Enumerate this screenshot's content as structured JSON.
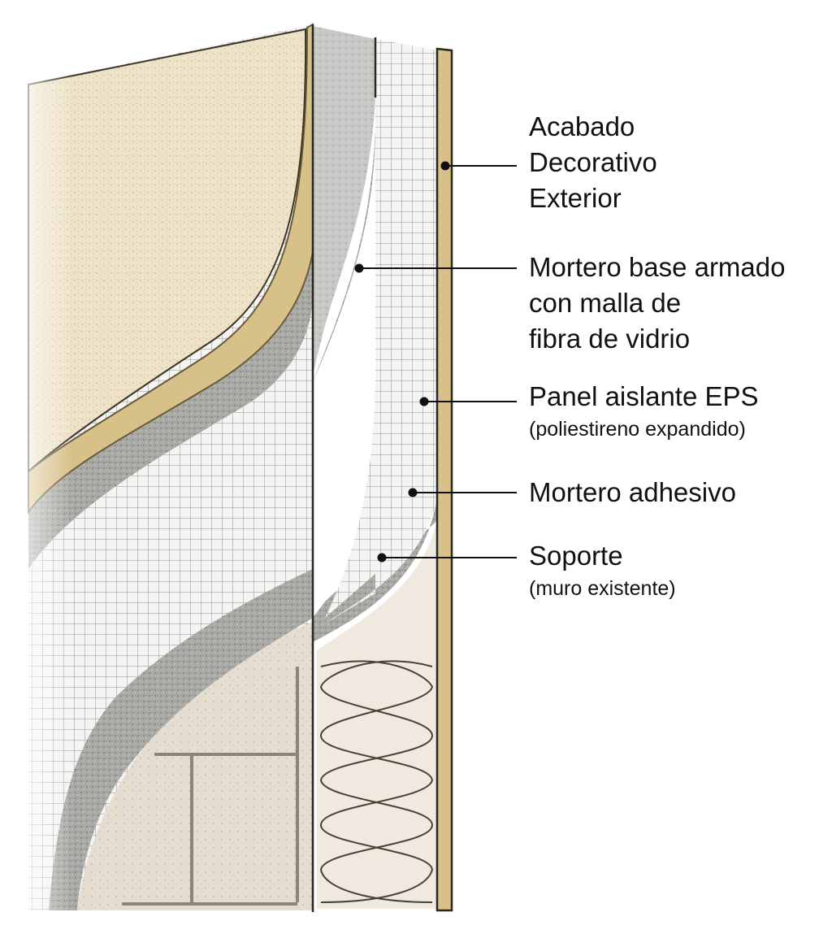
{
  "colors": {
    "finish": "#eee3c8",
    "finish_dark": "#cdb98c",
    "base_coat": "#a8a8a4",
    "mesh_bg": "#f4f5f3",
    "mesh_line": "#8c9096",
    "eps": "#f2f1ed",
    "adhesive": "#b6b6b0",
    "substrate": "#e5ddcf",
    "board": "#d8c089",
    "leader": "#111111"
  },
  "layers": [
    {
      "id": "finish",
      "lines": [
        "Acabado",
        "Decorativo",
        "Exterior"
      ],
      "size": "big"
    },
    {
      "id": "basecoat",
      "lines": [
        "Mortero base armado",
        "con malla de",
        "fibra de vidrio"
      ],
      "size": "big"
    },
    {
      "id": "eps",
      "lines": [
        "Panel aislante EPS"
      ],
      "sub": "(poliestireno expandido)",
      "size": "big"
    },
    {
      "id": "adhesive",
      "lines": [
        "Mortero adhesivo"
      ],
      "size": "big"
    },
    {
      "id": "support",
      "lines": [
        "Soporte"
      ],
      "sub": "(muro existente)",
      "size": "big"
    }
  ]
}
